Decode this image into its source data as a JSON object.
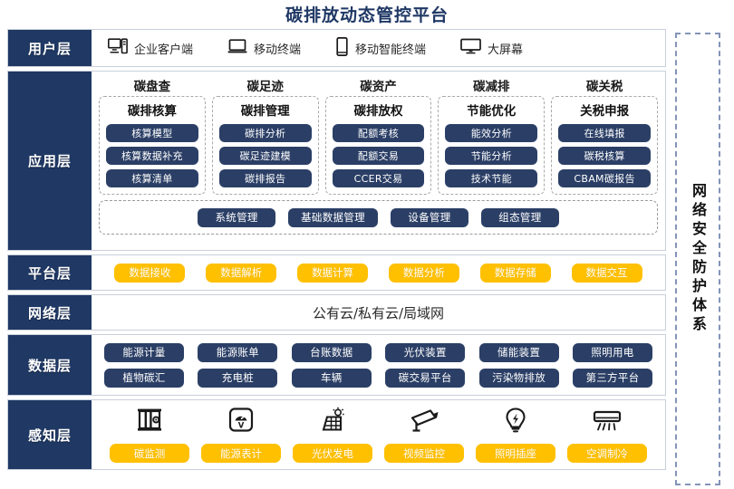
{
  "title": "碳排放动态管控平台",
  "security_band": {
    "label": "网络安全防护体系"
  },
  "layers": {
    "user": {
      "label": "用户层",
      "items": [
        {
          "icon": "desktop-tower-icon",
          "label": "企业客户端"
        },
        {
          "icon": "laptop-icon",
          "label": "移动终端"
        },
        {
          "icon": "smartphone-icon",
          "label": "移动智能终端"
        },
        {
          "icon": "large-screen-icon",
          "label": "大屏幕"
        }
      ]
    },
    "application": {
      "label": "应用层",
      "columns": [
        {
          "title": "碳盘查",
          "box_title": "碳排核算",
          "items": [
            "核算模型",
            "核算数据补充",
            "核算清单"
          ]
        },
        {
          "title": "碳足迹",
          "box_title": "碳排管理",
          "items": [
            "碳排分析",
            "碳足迹建模",
            "碳排报告"
          ]
        },
        {
          "title": "碳资产",
          "box_title": "碳排放权",
          "items": [
            "配额考核",
            "配额交易",
            "CCER交易"
          ]
        },
        {
          "title": "碳减排",
          "box_title": "节能优化",
          "items": [
            "能效分析",
            "节能分析",
            "技术节能"
          ]
        },
        {
          "title": "碳关税",
          "box_title": "关税申报",
          "items": [
            "在线填报",
            "碳税核算",
            "CBAM碳报告"
          ]
        }
      ],
      "base_items": [
        "系统管理",
        "基础数据管理",
        "设备管理",
        "组态管理"
      ]
    },
    "platform": {
      "label": "平台层",
      "items": [
        "数据接收",
        "数据解析",
        "数据计算",
        "数据分析",
        "数据存储",
        "数据交互"
      ]
    },
    "network": {
      "label": "网络层",
      "text": "公有云/私有云/局域网"
    },
    "data": {
      "label": "数据层",
      "row1": [
        "能源计量",
        "能源账单",
        "台账数据",
        "光伏装置",
        "储能装置",
        "照明用电"
      ],
      "row2": [
        "植物碳汇",
        "充电桩",
        "车辆",
        "碳交易平台",
        "污染物排放",
        "第三方平台"
      ]
    },
    "perception": {
      "label": "感知层",
      "items": [
        {
          "icon": "carbon-monitor-icon",
          "label": "碳监测"
        },
        {
          "icon": "energy-meter-icon",
          "label": "能源表计"
        },
        {
          "icon": "solar-panel-icon",
          "label": "光伏发电"
        },
        {
          "icon": "cctv-camera-icon",
          "label": "视频监控"
        },
        {
          "icon": "lightbulb-icon",
          "label": "照明插座"
        },
        {
          "icon": "air-conditioner-icon",
          "label": "空调制冷"
        }
      ]
    }
  },
  "colors": {
    "navy": "#1f3864",
    "pill_navy": "#2b3f66",
    "accent_yellow": "#ffc000",
    "border_gray": "#c9cfdb"
  }
}
